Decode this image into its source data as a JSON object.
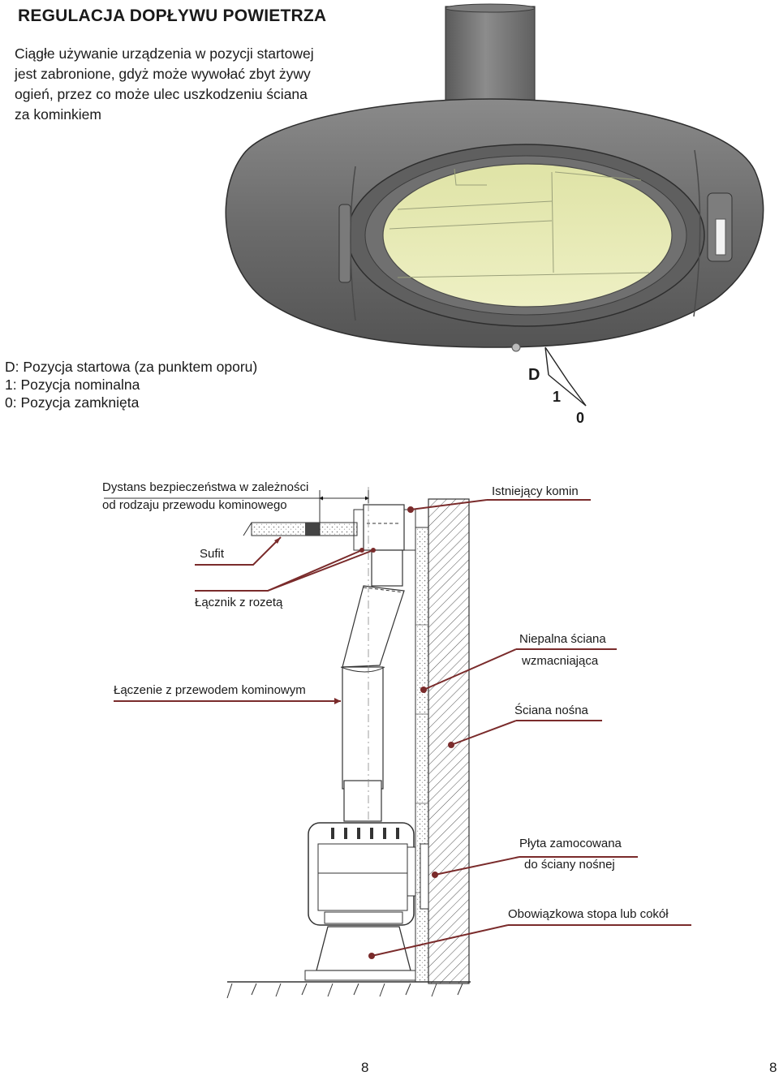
{
  "header": {
    "title": "REGULACJA DOPŁYWU POWIETRZA"
  },
  "warning": {
    "lines": [
      "Ciągłe używanie urządzenia w pozycji startowej",
      "jest zabronione, gdyż może wywołać zbyt żywy",
      "ogień, przez co może ulec uszkodzeniu ściana",
      "za kominkiem"
    ]
  },
  "positions": {
    "lines": [
      "D: Pozycja startowa (za punktem oporu)",
      "1: Pozycja nominalna",
      "0: Pozycja zamknięta"
    ]
  },
  "dial": {
    "d": "D",
    "one": "1",
    "zero": "0"
  },
  "installation": {
    "distance_line1": "Dystans bezpieczeństwa w zależności",
    "distance_line2": "od rodzaju przewodu kominowego",
    "existing_chimney": "Istniejący komin",
    "ceiling": "Sufit",
    "connector": "Łącznik z rozetą",
    "wall_reinforce_line1": "Niepalna ściana",
    "wall_reinforce_line2": "wzmacniająca",
    "flue_connection": "Łączenie z przewodem kominowym",
    "load_wall": "Ściana nośna",
    "plate_line1": "Płyta zamocowana",
    "plate_line2": "do ściany nośnej",
    "base": "Obowiązkowa stopa lub cokół"
  },
  "footer": {
    "page_left": "8",
    "page_right": "8"
  },
  "colors": {
    "leader": "#7a2b2b",
    "stove_body": "#6e6e6e",
    "glass": "#e8ebb4"
  }
}
